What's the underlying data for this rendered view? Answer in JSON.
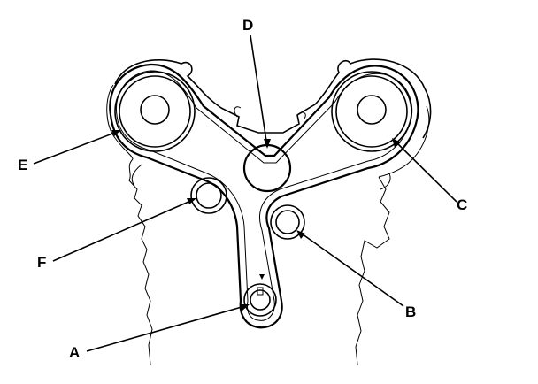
{
  "labels": {
    "a": "A",
    "b": "B",
    "c": "C",
    "d": "D",
    "e": "E",
    "f": "F"
  },
  "components": {
    "a": "crankshaft-pulley",
    "b": "idler-pulley-right",
    "c": "camshaft-pulley-right",
    "d": "water-pump-pulley",
    "e": "camshaft-pulley-left",
    "f": "tensioner-pulley-left"
  },
  "colors": {
    "ink": "#000000",
    "background": "#ffffff"
  }
}
